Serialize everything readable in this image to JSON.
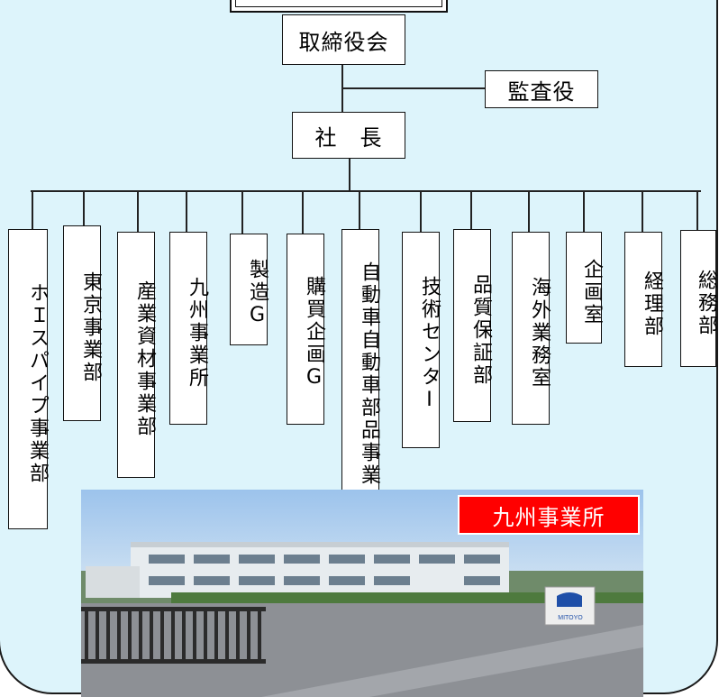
{
  "board": "取締役会",
  "auditor": "監査役",
  "president": "社　長",
  "departments": [
    "ホＩスパイプ事業部",
    "東京事業部",
    "産業資材事業部",
    "九州事業所",
    "製造G",
    "購買企画G",
    "自動車自動車部品事業",
    "技術センタI",
    "品質保証部",
    "海外業務室",
    "企画室",
    "経理部",
    "総務部"
  ],
  "photo": {
    "caption": "九州事業所",
    "logo_text": "MITOYO"
  },
  "colors": {
    "panel_bg": "#ddf4fb",
    "badge_bg": "#ff0000"
  }
}
